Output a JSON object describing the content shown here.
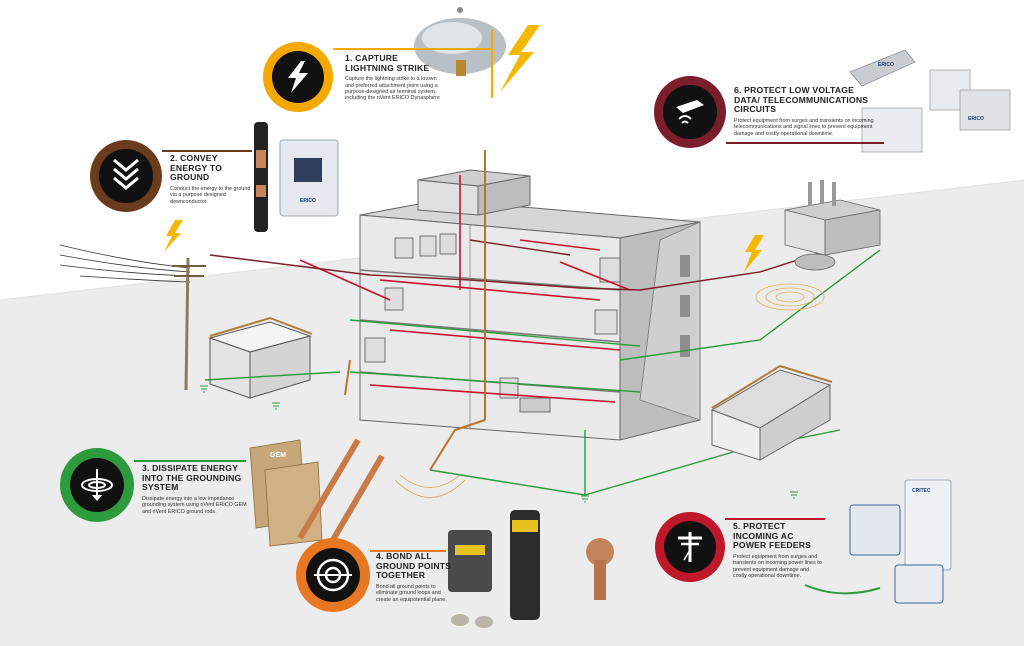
{
  "callouts": [
    {
      "id": "capture",
      "title": "1. CAPTURE LIGHTNING STRIKE",
      "body": "Capture the lightning strike to a known and preferred attachment point using a purpose-designed air terminal system, including the nVent ERICO Dynasphere",
      "color": "#f5a800",
      "icon": "lightning-icon"
    },
    {
      "id": "convey",
      "title": "2. CONVEY ENERGY TO GROUND",
      "body": "Conduct the energy to the ground via a purpose designed downconductor.",
      "color": "#6b3b1e",
      "icon": "chevron-arrows-icon"
    },
    {
      "id": "dissipate",
      "title": "3. DISSIPATE ENERGY INTO THE GROUNDING SYSTEM",
      "body": "Dissipate energy into a low impedance grounding system using nVent ERICO GEM and nVent ERICO ground rods.",
      "color": "#2e9a3e",
      "icon": "ground-dissipation-icon"
    },
    {
      "id": "bond",
      "title": "4. BOND ALL GROUND POINTS TOGETHER",
      "body": "Bond all ground points to eliminate ground loops and create an equipotential plane.",
      "color": "#e87722",
      "icon": "target-bond-icon"
    },
    {
      "id": "ac",
      "title": "5. PROTECT INCOMING AC POWER FEEDERS",
      "body": "Protect equipment from surges and transients on incoming power lines to prevent equipment damage and costly operational downtime.",
      "color": "#c0182b",
      "icon": "power-pole-icon"
    },
    {
      "id": "lowvoltage",
      "title": "6. PROTECT LOW VOLTAGE DATA/ TELECOMMUNICATIONS CIRCUITS",
      "body": "Protect equipment from surges and transients on incoming telecommunications and signal lines to prevent equipment damage and costly operational downtime.",
      "color": "#7a1e2c",
      "icon": "telecom-device-icon"
    }
  ],
  "products": {
    "bag_label": "GEM",
    "spd_label": "ERICO",
    "telecom_label": "ERICO",
    "ac_label": "CRITEC",
    "panel_label": "ERICO"
  }
}
